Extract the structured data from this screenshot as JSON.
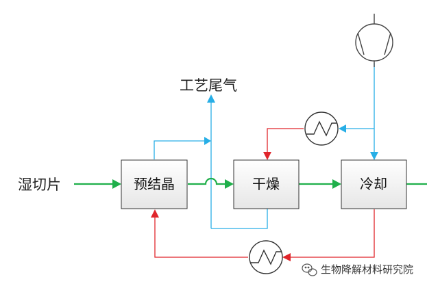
{
  "inputs": {
    "feed": "湿切片",
    "exhaust": "工艺尾气"
  },
  "units": {
    "precrystallize": "预结晶",
    "dryer": "干燥",
    "cooler": "冷却"
  },
  "watermark": {
    "text": "生物降解材料研究院"
  },
  "colors": {
    "main_flow": "#1faf4a",
    "air_flow": "#27aee6",
    "hot_flow": "#e0252b",
    "box_fill": "#f1f1f1",
    "box_stroke": "#333333"
  },
  "icons": {
    "blower": "fan-compressor-icon",
    "heater": "heat-exchanger-icon",
    "watermark": "wechat-logo-icon"
  }
}
